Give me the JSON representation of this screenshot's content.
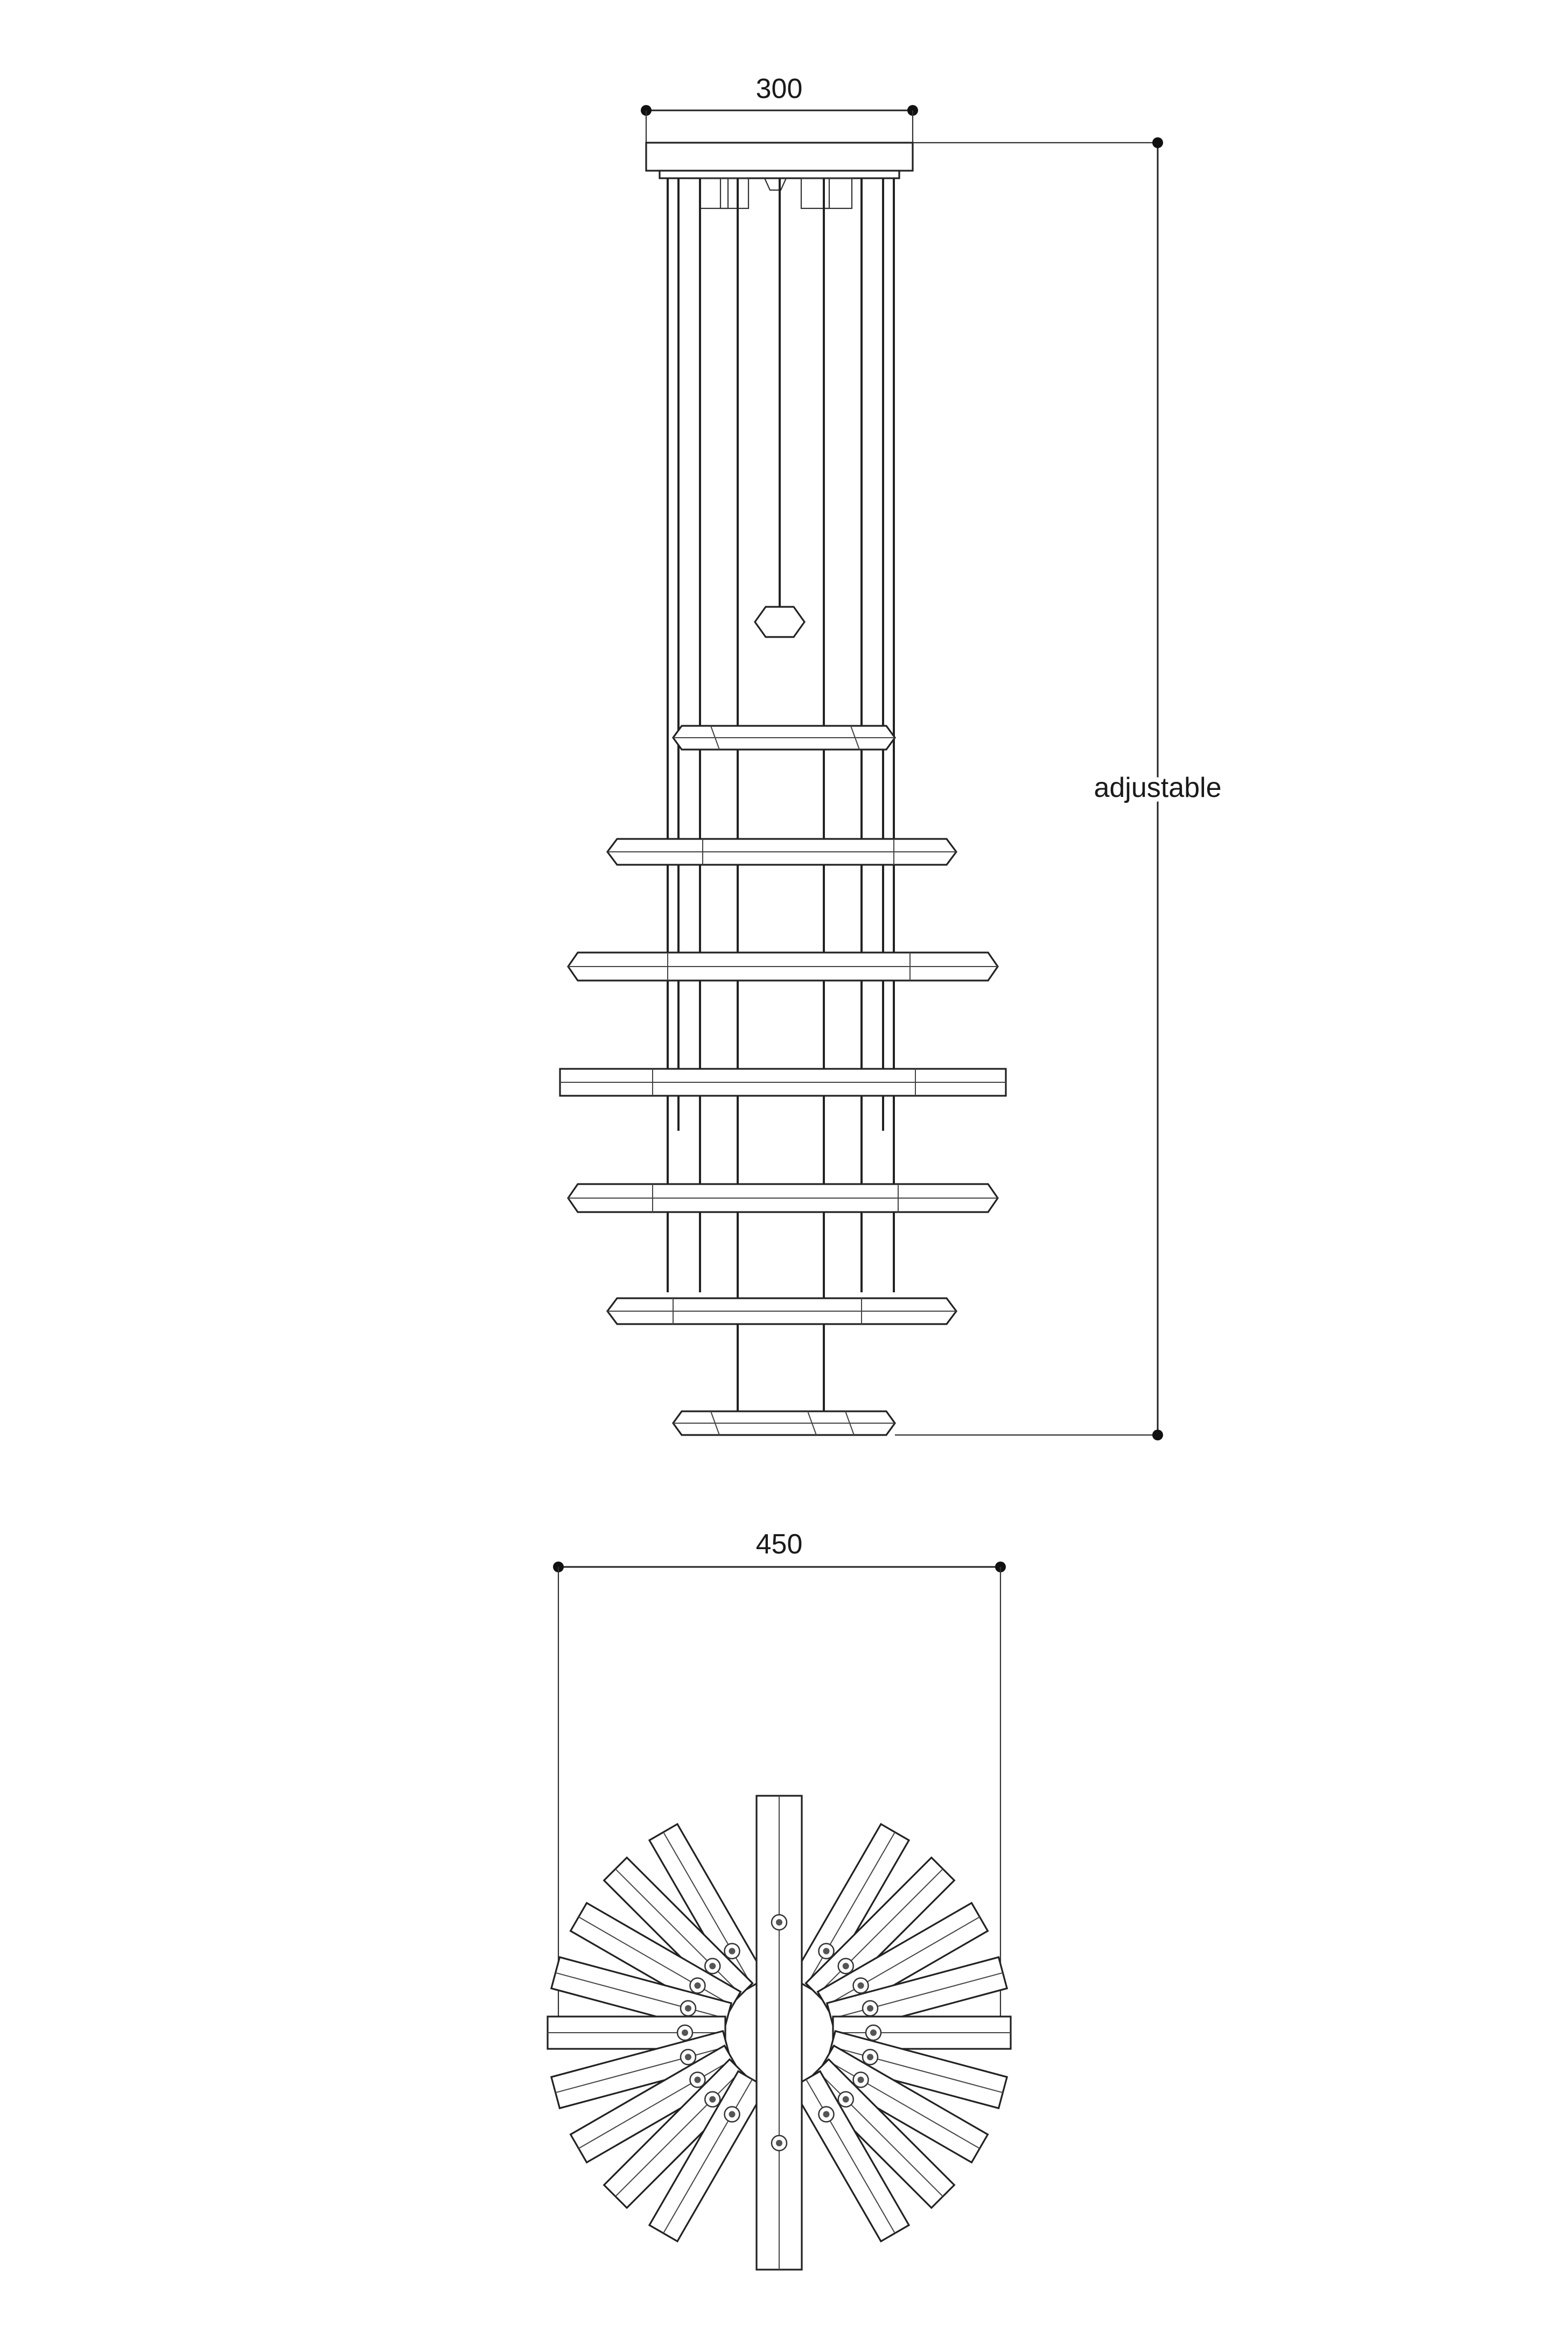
{
  "dimensions": {
    "canopy_width": "300",
    "drop_height": "adjustable",
    "diameter": "450"
  },
  "views": {
    "elevation": {
      "tier_count": 7
    },
    "plan": {
      "blade_count": 19
    }
  },
  "colors": {
    "ink": "#222222",
    "background": "#ffffff"
  }
}
